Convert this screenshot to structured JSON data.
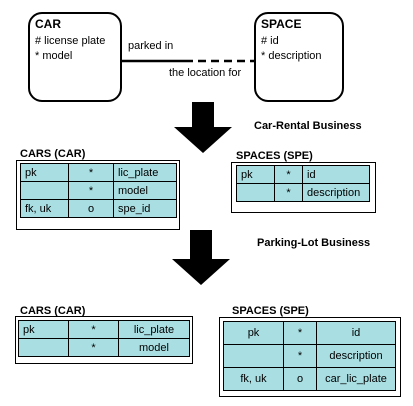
{
  "entities": {
    "car": {
      "name": "CAR",
      "attr1": "# license plate",
      "attr2": "* model"
    },
    "space": {
      "name": "SPACE",
      "attr1": "# id",
      "attr2": "* description"
    }
  },
  "relationship": {
    "car_side": "parked in",
    "space_side": "the location for"
  },
  "steps": {
    "step1": "Car-Rental Business",
    "step2": "Parking-Lot Business"
  },
  "tables": {
    "cars1": {
      "title": "CARS (CAR)",
      "rows": [
        [
          "pk",
          "*",
          "lic_plate"
        ],
        [
          "",
          "*",
          "model"
        ],
        [
          "fk, uk",
          "o",
          "spe_id"
        ]
      ]
    },
    "spaces1": {
      "title": "SPACES (SPE)",
      "rows": [
        [
          "pk",
          "*",
          "id"
        ],
        [
          "",
          "*",
          "description"
        ]
      ]
    },
    "cars2": {
      "title": "CARS (CAR)",
      "rows": [
        [
          "pk",
          "*",
          "lic_plate"
        ],
        [
          "",
          "*",
          "model"
        ]
      ]
    },
    "spaces2": {
      "title": "SPACES (SPE)",
      "rows": [
        [
          "pk",
          "*",
          "id"
        ],
        [
          "",
          "*",
          "description"
        ],
        [
          "fk, uk",
          "o",
          "car_lic_plate"
        ]
      ]
    }
  }
}
